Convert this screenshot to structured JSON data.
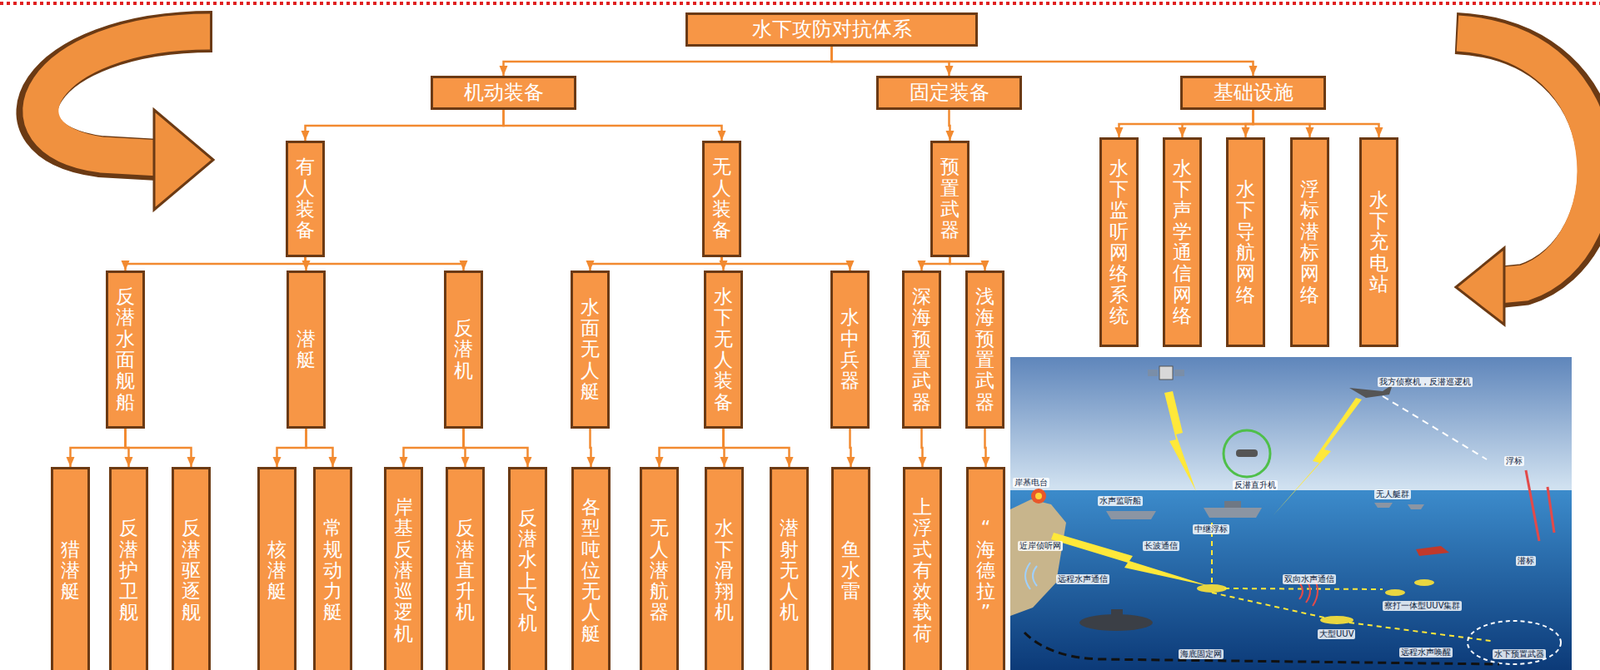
{
  "diagram": {
    "nodes": [
      {
        "text": [
          "水下攻防对抗体系"
        ]
      },
      {
        "text": [
          "机动装备"
        ]
      },
      {
        "text": [
          "固定装备"
        ]
      },
      {
        "text": [
          "基础设施"
        ]
      },
      {
        "text": [
          "有人装备"
        ]
      },
      {
        "text": [
          "无人装备"
        ]
      },
      {
        "text": [
          "预置武器"
        ]
      },
      {
        "text": [
          "水下监听网络系统"
        ]
      },
      {
        "text": [
          "水下声学通信网络"
        ]
      },
      {
        "text": [
          "水下导航网络"
        ]
      },
      {
        "text": [
          "浮标潜标网络"
        ]
      },
      {
        "text": [
          "水下充电站"
        ]
      },
      {
        "text": [
          "反潜水面舰船"
        ]
      },
      {
        "text": [
          "潜艇"
        ]
      },
      {
        "text": [
          "反潜机"
        ]
      },
      {
        "text": [
          "水面无人艇"
        ]
      },
      {
        "text": [
          "水下无人装备"
        ]
      },
      {
        "text": [
          "水中兵器"
        ]
      },
      {
        "text": [
          "深海预置武器"
        ]
      },
      {
        "text": [
          "浅海预置武器"
        ]
      },
      {
        "text": [
          "猎潜艇"
        ]
      },
      {
        "text": [
          "反潜护卫舰"
        ]
      },
      {
        "text": [
          "反潜驱逐舰"
        ]
      },
      {
        "text": [
          "核潜艇"
        ]
      },
      {
        "text": [
          "常规动力艇"
        ]
      },
      {
        "text": [
          "岸基反潜巡逻机"
        ]
      },
      {
        "text": [
          "反潜直升机"
        ]
      },
      {
        "text": [
          "反潜水上飞机"
        ]
      },
      {
        "text": [
          "各型吨位无人艇"
        ]
      },
      {
        "text": [
          "无人潜航器"
        ]
      },
      {
        "text": [
          "水下滑翔机"
        ]
      },
      {
        "text": [
          "潜射无人机"
        ]
      },
      {
        "text": [
          "鱼水雷"
        ]
      },
      {
        "text": [
          "上浮式有效载荷"
        ]
      },
      {
        "text": [
          "“海德拉”"
        ]
      }
    ],
    "edges": [
      {
        "from": 0,
        "to": 1,
        "arrow": "to"
      },
      {
        "from": 0,
        "to": 2,
        "arrow": "to"
      },
      {
        "from": 0,
        "to": 3,
        "arrow": "to"
      },
      {
        "from": 1,
        "to": 4,
        "arrow": "to"
      },
      {
        "from": 1,
        "to": 5,
        "arrow": "to"
      },
      {
        "from": 2,
        "to": 6,
        "arrow": "to"
      },
      {
        "from": 3,
        "to": 7,
        "arrow": "to"
      },
      {
        "from": 3,
        "to": 8,
        "arrow": "to"
      },
      {
        "from": 3,
        "to": 9,
        "arrow": "to"
      },
      {
        "from": 3,
        "to": 10,
        "arrow": "to"
      },
      {
        "from": 3,
        "to": 11,
        "arrow": "to"
      },
      {
        "from": 4,
        "to": 12,
        "arrow": "to"
      },
      {
        "from": 4,
        "to": 13,
        "arrow": "to"
      },
      {
        "from": 4,
        "to": 14,
        "arrow": "to"
      },
      {
        "from": 5,
        "to": 15,
        "arrow": "to"
      },
      {
        "from": 5,
        "to": 16,
        "arrow": "to"
      },
      {
        "from": 5,
        "to": 17,
        "arrow": "to"
      },
      {
        "from": 6,
        "to": 18,
        "arrow": "to"
      },
      {
        "from": 6,
        "to": 19,
        "arrow": "to"
      },
      {
        "from": 12,
        "to": 20,
        "arrow": "to"
      },
      {
        "from": 12,
        "to": 21,
        "arrow": "to"
      },
      {
        "from": 12,
        "to": 22,
        "arrow": "to"
      },
      {
        "from": 13,
        "to": 23,
        "arrow": "to"
      },
      {
        "from": 13,
        "to": 24,
        "arrow": "to"
      },
      {
        "from": 14,
        "to": 25,
        "arrow": "to"
      },
      {
        "from": 14,
        "to": 26,
        "arrow": "to"
      },
      {
        "from": 14,
        "to": 27,
        "arrow": "to"
      },
      {
        "from": 15,
        "to": 28,
        "arrow": "to"
      },
      {
        "from": 16,
        "to": 29,
        "arrow": "to"
      },
      {
        "from": 16,
        "to": 30,
        "arrow": "to"
      },
      {
        "from": 16,
        "to": 31,
        "arrow": "to"
      },
      {
        "from": 17,
        "to": 32,
        "arrow": "to"
      },
      {
        "from": 18,
        "to": 33,
        "arrow": "to"
      },
      {
        "from": 19,
        "to": 34,
        "arrow": "to"
      }
    ],
    "labels": [
      "我方侦察机，反潜巡逻机",
      "反潜直升机",
      "水声监听船",
      "中继浮标",
      "无人艇群",
      "岸基电台",
      "近岸侦听网",
      "远程水声通信",
      "长波通信",
      "双向水声通信",
      "察打一体型UUV集群",
      "大型UUV",
      "海底固定网",
      "远程水声唤醒",
      "浮标",
      "潜标",
      "水下预置武器"
    ]
  }
}
